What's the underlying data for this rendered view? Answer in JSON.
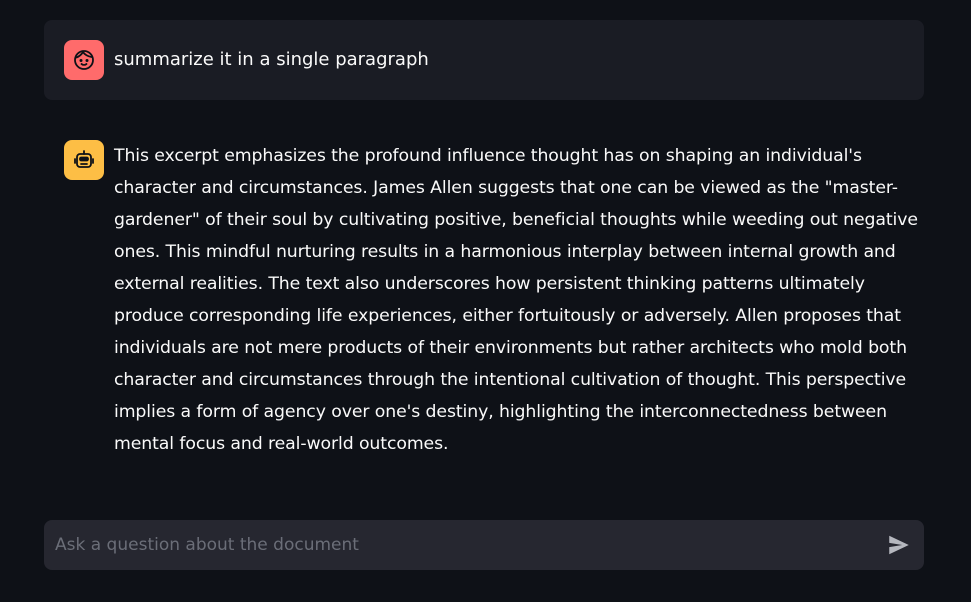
{
  "messages": {
    "user": {
      "avatar_icon": "user-face-icon",
      "avatar_color": "#ff6b6b",
      "text": "summarize it in a single paragraph"
    },
    "assistant": {
      "avatar_icon": "robot-icon",
      "avatar_color": "#fdbe45",
      "text": "This excerpt emphasizes the profound influence thought has on shaping an individual's character and circumstances. James Allen suggests that one can be viewed as the \"master-gardener\" of their soul by cultivating positive, beneficial thoughts while weeding out negative ones. This mindful nurturing results in a harmonious interplay between internal growth and external realities. The text also underscores how persistent thinking patterns ultimately produce corresponding life experiences, either fortuitously or adversely. Allen proposes that individuals are not mere products of their environments but rather architects who mold both character and circumstances through the intentional cultivation of thought. This perspective implies a form of agency over one's destiny, highlighting the interconnectedness between mental focus and real-world outcomes."
    }
  },
  "chat_input": {
    "placeholder": "Ask a question about the document",
    "value": "",
    "send_icon": "send-icon"
  },
  "colors": {
    "background": "#0e1117",
    "user_bubble": "#1a1c24",
    "input_background": "#262730",
    "text": "#fafafa"
  }
}
